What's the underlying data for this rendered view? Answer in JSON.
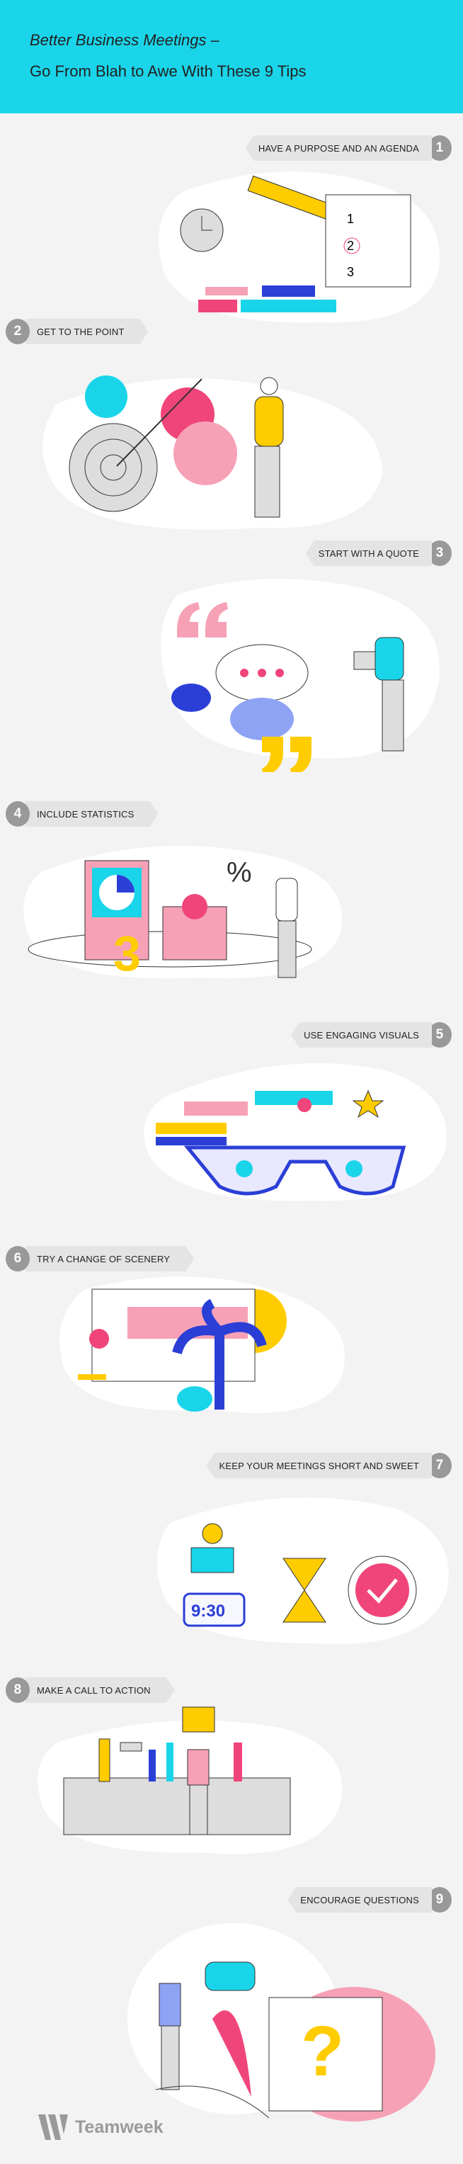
{
  "header": {
    "title_line1": "Better Business Meetings –",
    "title_line2": "Go From Blah to Awe With These 9 Tips"
  },
  "tips": [
    {
      "number": "1",
      "label": "HAVE A PURPOSE AND AN AGENDA"
    },
    {
      "number": "2",
      "label": "GET TO THE POINT"
    },
    {
      "number": "3",
      "label": "START WITH A QUOTE"
    },
    {
      "number": "4",
      "label": "INCLUDE STATISTICS"
    },
    {
      "number": "5",
      "label": "USE ENGAGING VISUALS"
    },
    {
      "number": "6",
      "label": "TRY A CHANGE OF SCENERY"
    },
    {
      "number": "7",
      "label": "KEEP YOUR MEETINGS SHORT AND SWEET"
    },
    {
      "number": "8",
      "label": "MAKE A CALL TO ACTION"
    },
    {
      "number": "9",
      "label": "ENCOURAGE QUESTIONS"
    }
  ],
  "illustration_text": {
    "agenda_items": [
      "1",
      "2",
      "3"
    ],
    "stat_number": "3",
    "percent": "%",
    "clock": "9:30",
    "question": "?"
  },
  "footer": {
    "brand": "Teamweek"
  },
  "colors": {
    "cyan": "#1ad5ea",
    "pink": "#f7a1b6",
    "hotpink": "#f0457a",
    "blue": "#2b3fd6",
    "yellow": "#ffcc00",
    "grey": "#999999"
  }
}
